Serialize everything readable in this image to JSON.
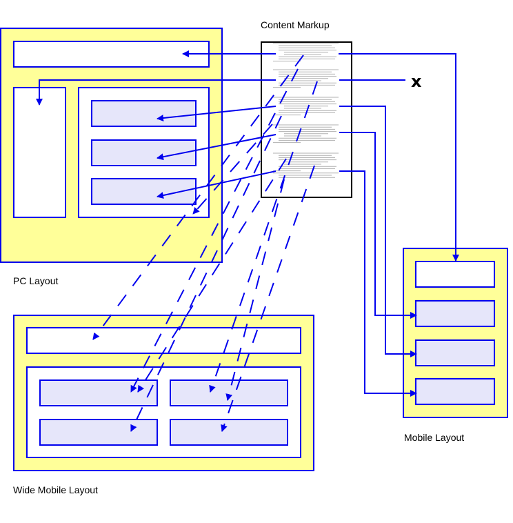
{
  "diagram": {
    "title": "Content Markup",
    "excluded_marker": "x",
    "colors": {
      "line": "#0000ee",
      "layout_fill": "#ffff99",
      "block_fill": "#e6e6fa",
      "panel_fill": "#ffffff",
      "markup_border": "#000000"
    },
    "layouts": [
      {
        "id": "pc",
        "label": "PC Layout",
        "blocks": [
          "header",
          "sidebar",
          "content-1",
          "content-2",
          "content-3"
        ]
      },
      {
        "id": "wide-mobile",
        "label": "Wide Mobile Layout",
        "blocks": [
          "header",
          "content-1",
          "content-2",
          "content-3",
          "content-4"
        ]
      },
      {
        "id": "mobile",
        "label": "Mobile Layout",
        "blocks": [
          "header",
          "content-1",
          "content-2",
          "content-3"
        ]
      }
    ],
    "markup_sections": 5,
    "connections": [
      {
        "from": "markup-section-1",
        "to": "pc.header",
        "style": "solid"
      },
      {
        "from": "markup-section-2",
        "to": "pc.sidebar",
        "style": "solid"
      },
      {
        "from": "markup-section-3",
        "to": "pc.content-1",
        "style": "solid"
      },
      {
        "from": "markup-section-4",
        "to": "pc.content-2",
        "style": "solid"
      },
      {
        "from": "markup-section-5",
        "to": "pc.content-3",
        "style": "solid"
      },
      {
        "from": "markup-section-1",
        "to": "mobile.header",
        "style": "solid"
      },
      {
        "from": "markup-section-2",
        "to": "excluded",
        "style": "solid"
      },
      {
        "from": "markup-section-3",
        "to": "mobile.content-2",
        "style": "solid"
      },
      {
        "from": "markup-section-4",
        "to": "mobile.content-1",
        "style": "solid"
      },
      {
        "from": "markup-section-5",
        "to": "mobile.content-3",
        "style": "solid"
      },
      {
        "from": "markup-section-1",
        "to": "wide-mobile.header",
        "style": "dashed"
      },
      {
        "from": "markup-section-3",
        "to": "wide-mobile.content-1",
        "style": "dashed"
      },
      {
        "from": "markup-section-4",
        "to": "wide-mobile.content-2",
        "style": "dashed"
      },
      {
        "from": "markup-section-5",
        "to": "wide-mobile.content-3",
        "style": "dashed"
      },
      {
        "from": "markup-section-5",
        "to": "wide-mobile.content-4",
        "style": "dashed"
      }
    ]
  }
}
